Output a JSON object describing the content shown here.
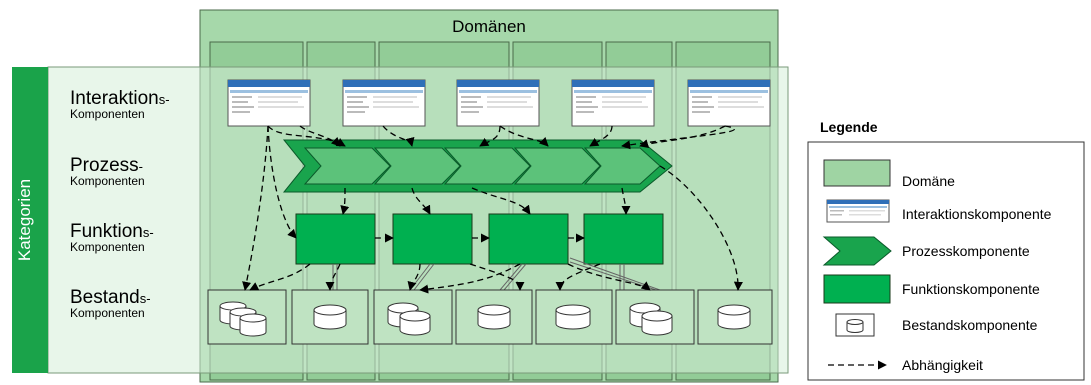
{
  "title": "Domänen",
  "category_label": "Kategorien",
  "rows": [
    {
      "main": "Interaktion",
      "suffix": "s-",
      "sub": "Komponenten"
    },
    {
      "main": "Prozess",
      "suffix": "-",
      "sub": "Komponenten"
    },
    {
      "main": "Funktion",
      "suffix": "s-",
      "sub": "Komponenten"
    },
    {
      "main": "Bestand",
      "suffix": "s-",
      "sub": "Komponenten"
    }
  ],
  "legend": {
    "title": "Legende",
    "items": [
      {
        "label": "Domäne"
      },
      {
        "label": "Interaktionskomponente"
      },
      {
        "label": "Prozesskomponente"
      },
      {
        "label": "Funktionskomponente"
      },
      {
        "label": "Bestandskomponente"
      },
      {
        "label": "Abhängigkeit"
      }
    ]
  },
  "colors": {
    "domain_fill": "#9fd4a3",
    "category_fill": "#bfe3c2",
    "category_tab": "#1aa34a",
    "component_fill": "#00b050",
    "process_fill": "#19a44d",
    "border": "#3a5a3a"
  }
}
